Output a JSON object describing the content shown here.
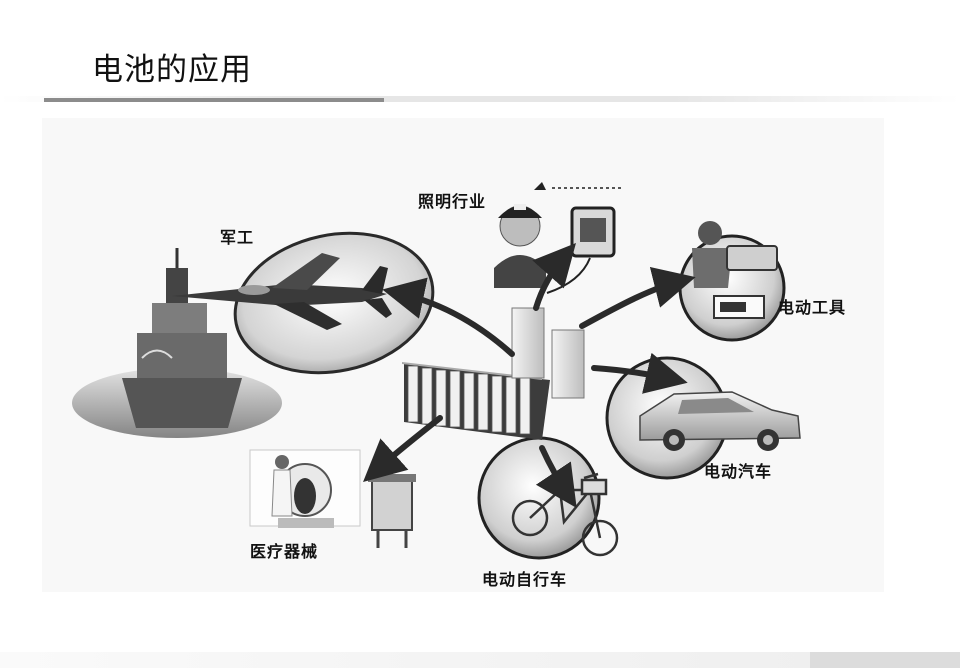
{
  "page": {
    "title": "电池的应用"
  },
  "diagram": {
    "labels": {
      "military": "军工",
      "lighting": "照明行业",
      "power_tools": "电动工具",
      "electric_car": "电动汽车",
      "medical": "医疗器械",
      "electric_bike": "电动自行车"
    },
    "colors": {
      "arrow": "#2a2a2a",
      "ink": "#111111",
      "panel": "#f8f8f8"
    }
  }
}
